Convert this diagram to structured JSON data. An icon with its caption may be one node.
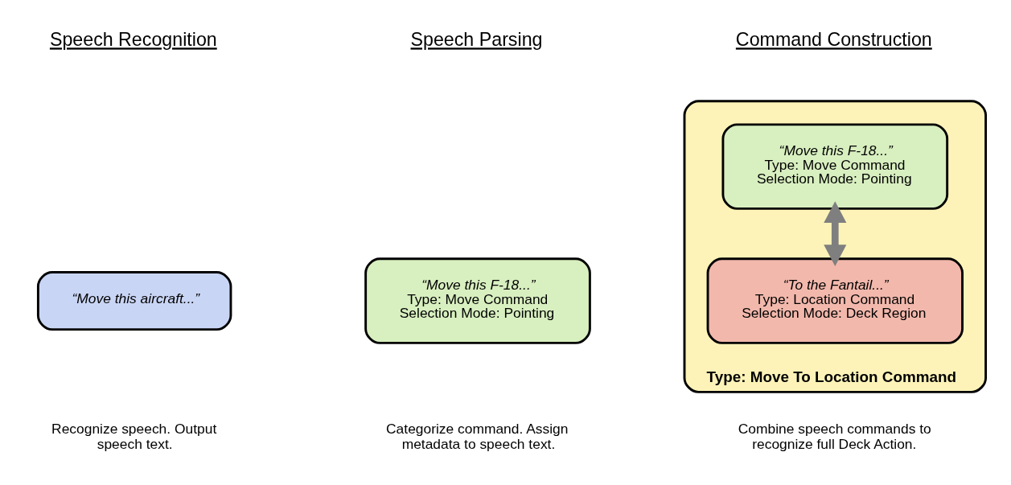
{
  "diagram": {
    "nodes": [
      {
        "text": [
          "“Move this aircraft...”"
        ]
      },
      {
        "text": [
          "“Move this F-18...”",
          "Type: Move Command",
          "Selection Mode: Pointing"
        ]
      },
      {
        "text": [
          "Type: Move To Location Command"
        ]
      },
      {
        "text": [
          "“Move this F-18...”",
          "Type: Move Command",
          "Selection Mode: Pointing"
        ],
        "in": 2
      },
      {
        "text": [
          "“To the Fantail...”",
          "Type: Location Command",
          "Selection Mode: Deck Region"
        ],
        "in": 2
      }
    ],
    "edges": [
      {
        "from": 3,
        "to": 4,
        "arrow": "both"
      }
    ],
    "labels": [
      "Speech Recognition",
      "Speech Parsing",
      "Command Construction",
      "Recognize speech. Output speech text.",
      "Categorize command. Assign metadata to speech text.",
      "Combine speech commands to recognize full Deck Action."
    ]
  }
}
